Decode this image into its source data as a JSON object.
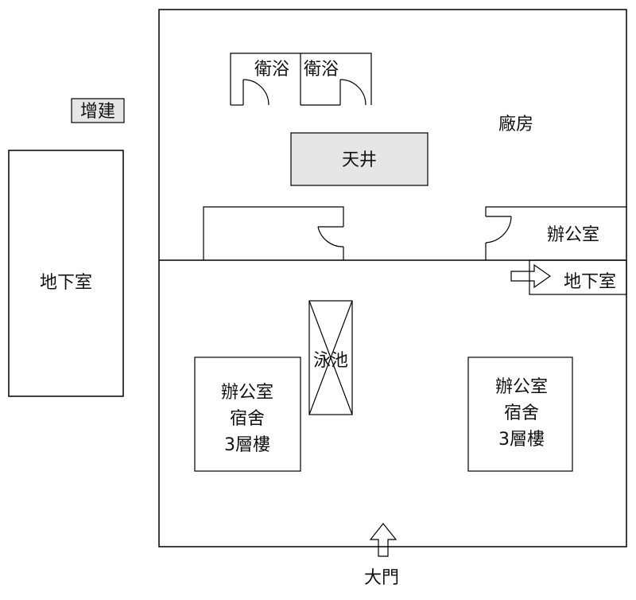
{
  "labels": {
    "bath_1": "衛浴",
    "bath_2": "衛浴",
    "addition": "增建",
    "factory": "廠房",
    "courtyard": "天井",
    "office_right": "辦公室",
    "basement_left": "地下室",
    "basement_right": "地下室",
    "pool": "泳池",
    "building_left": [
      "辦公室",
      "宿舍",
      "3層樓"
    ],
    "building_right": [
      "辦公室",
      "宿舍",
      "3層樓"
    ],
    "main_gate": "大門"
  },
  "colors": {
    "line": "#000000",
    "shaded_fill": "#e6e6e6",
    "background": "#ffffff"
  }
}
